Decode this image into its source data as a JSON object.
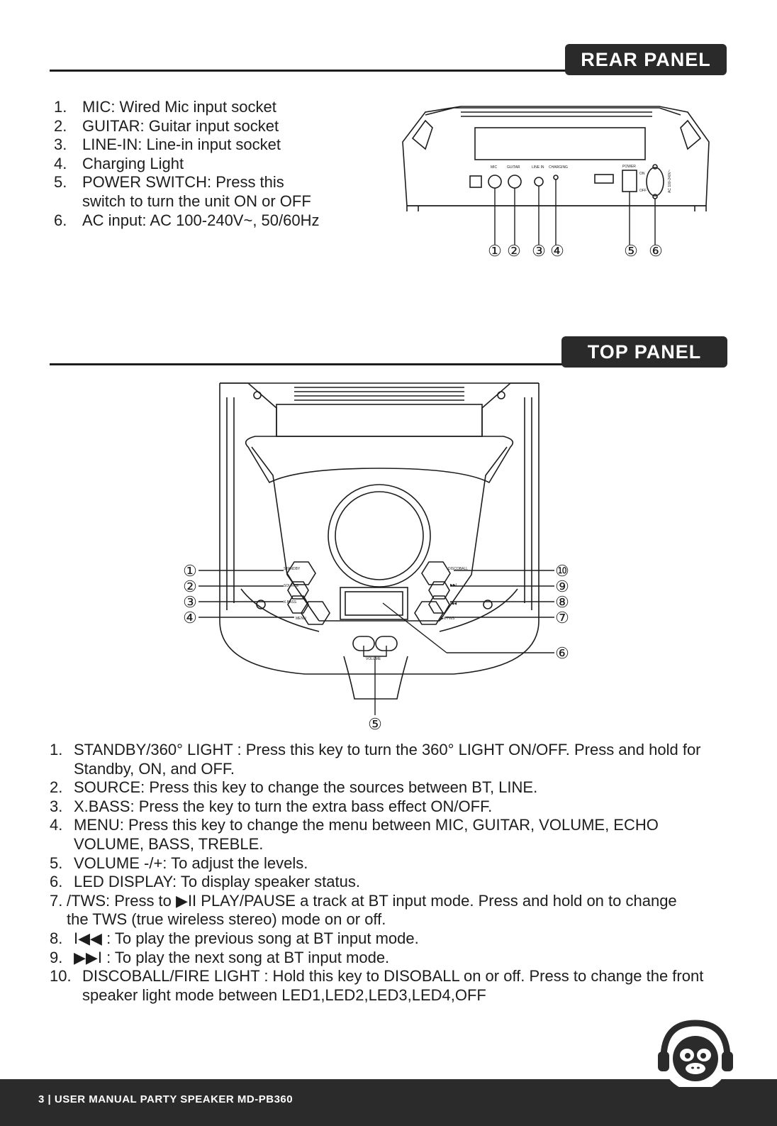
{
  "rear_panel": {
    "heading": "REAR PANEL",
    "items": [
      {
        "num": "1.",
        "text": "MIC: Wired Mic input socket"
      },
      {
        "num": "2.",
        "text": "GUITAR: Guitar input socket"
      },
      {
        "num": "3.",
        "text": "LINE-IN: Line-in input socket"
      },
      {
        "num": "4.",
        "text": "Charging Light"
      },
      {
        "num": "5.",
        "text": "POWER SWITCH: Press this switch to turn the unit ON or OFF"
      },
      {
        "num": "6.",
        "text": " AC input: AC 100-240V~, 50/60Hz"
      }
    ],
    "diagram": {
      "labels": {
        "mic": "MIC",
        "guitar": "GUITAR",
        "line_in": "LINE IN",
        "charging": "CHARGING",
        "power": "POWER",
        "on": "ON",
        "off": "OFF",
        "ac": "AC 100-240V~"
      },
      "callouts": [
        "①",
        "②",
        "③",
        "④",
        "⑤",
        "⑥"
      ]
    }
  },
  "top_panel": {
    "heading": "TOP PANEL",
    "items": [
      {
        "num": "1.",
        "text": "STANDBY/360° LIGHT : Press this key to turn the 360° LIGHT ON/OFF. Press and hold for Standby, ON, and OFF."
      },
      {
        "num": "2.",
        "text": "SOURCE: Press this key to change the sources between BT,  LINE."
      },
      {
        "num": "3.",
        "text": "X.BASS: Press the key to turn the extra bass effect ON/OFF."
      },
      {
        "num": "4.",
        "text": "MENU: Press this key to change the menu between MIC, GUITAR, VOLUME, ECHO VOLUME, BASS, TREBLE."
      },
      {
        "num": "5.",
        "text": "VOLUME -/+: To adjust the levels."
      },
      {
        "num": "6.",
        "text": "LED DISPLAY:  To display speaker status."
      },
      {
        "num": "7.",
        "text": "/TWS:  Press to ▶II PLAY/PAUSE a track at BT input mode. Press and hold on to change the TWS (true wireless stereo) mode on or off."
      },
      {
        "num": "8.",
        "text": "I◀◀ : To play the previous song at BT input mode."
      },
      {
        "num": "9.",
        "text": "▶▶I : To play the next song at BT input mode."
      },
      {
        "num": "10.",
        "text": "DISCOBALL/FIRE LIGHT : Hold this key to DISOBALL on or off. Press to change the front speaker light mode between LED1,LED2,LED3,LED4,OFF"
      }
    ],
    "diagram": {
      "labels": {
        "standby": "STANDBY",
        "source": "SOURCE",
        "xbass": "X.BASS",
        "menu": "MENU",
        "discoball": "DISCOBALL",
        "next": "▶▶I",
        "prev": "I◀◀",
        "tws": "▶II/TWS",
        "volume": "VOLUME"
      },
      "callouts": [
        "①",
        "②",
        "③",
        "④",
        "⑤",
        "⑥",
        "⑦",
        "⑧",
        "⑨",
        "⑩"
      ]
    }
  },
  "footer": {
    "text": "3 | USER MANUAL PARTY SPEAKER MD-PB360"
  },
  "logo": {
    "icon": "monkey-headphones-icon"
  }
}
